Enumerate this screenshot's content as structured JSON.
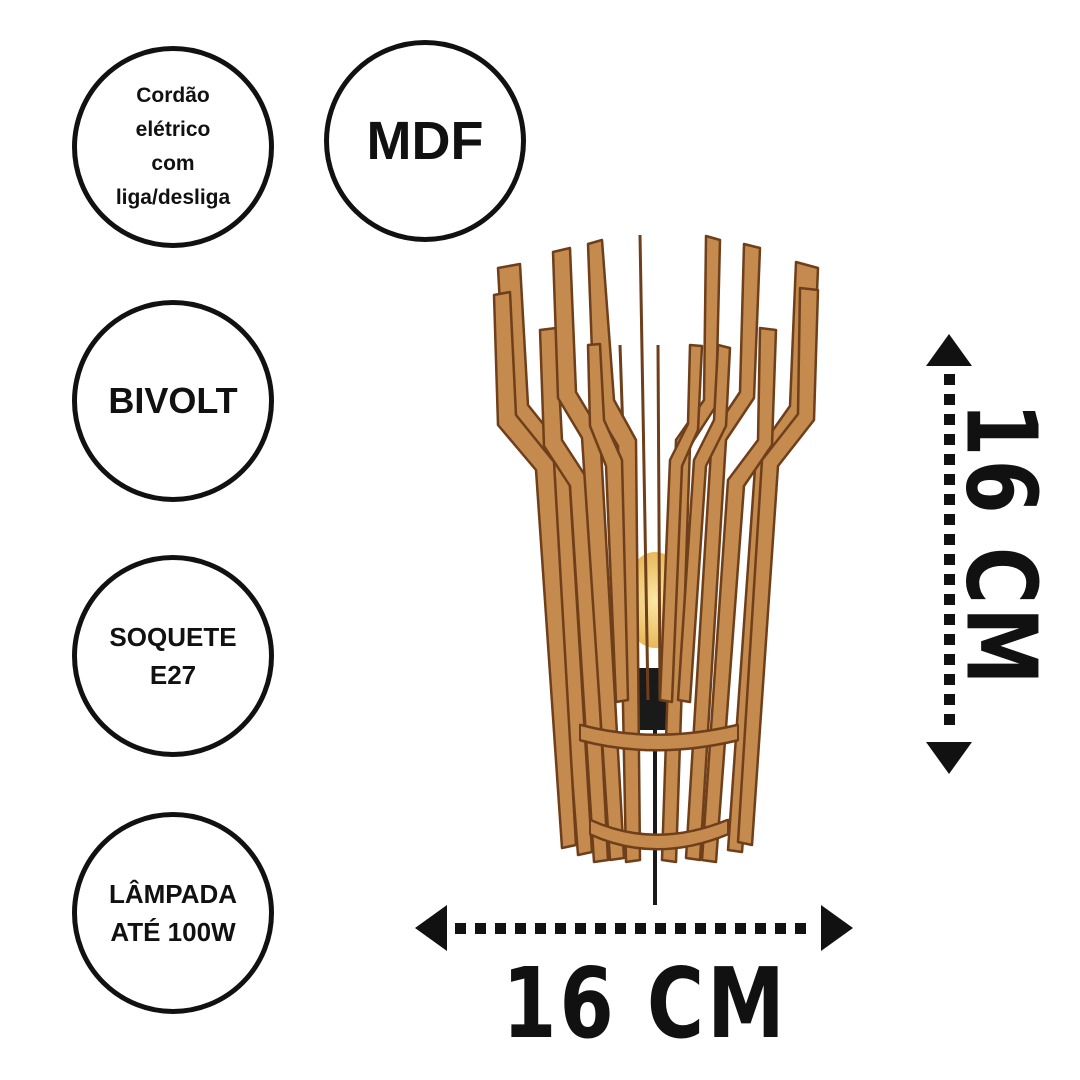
{
  "badges": {
    "cord": [
      "Cordão",
      "elétrico",
      "com",
      "liga/desliga"
    ],
    "material": "MDF",
    "voltage": "BIVOLT",
    "socket": [
      "SOQUETE",
      "E27"
    ],
    "bulb": [
      "LÂMPADA",
      "ATÉ 100W"
    ]
  },
  "dimensions": {
    "width_label": "16 CM",
    "height_label": "16 CM"
  },
  "colors": {
    "wood": "#c48a4e",
    "wood_edge": "#6e3f1a",
    "ink": "#111111",
    "bulb_glow": "#f2cf6e"
  },
  "product": {
    "icon": "wooden-slat-lamp-shade"
  }
}
